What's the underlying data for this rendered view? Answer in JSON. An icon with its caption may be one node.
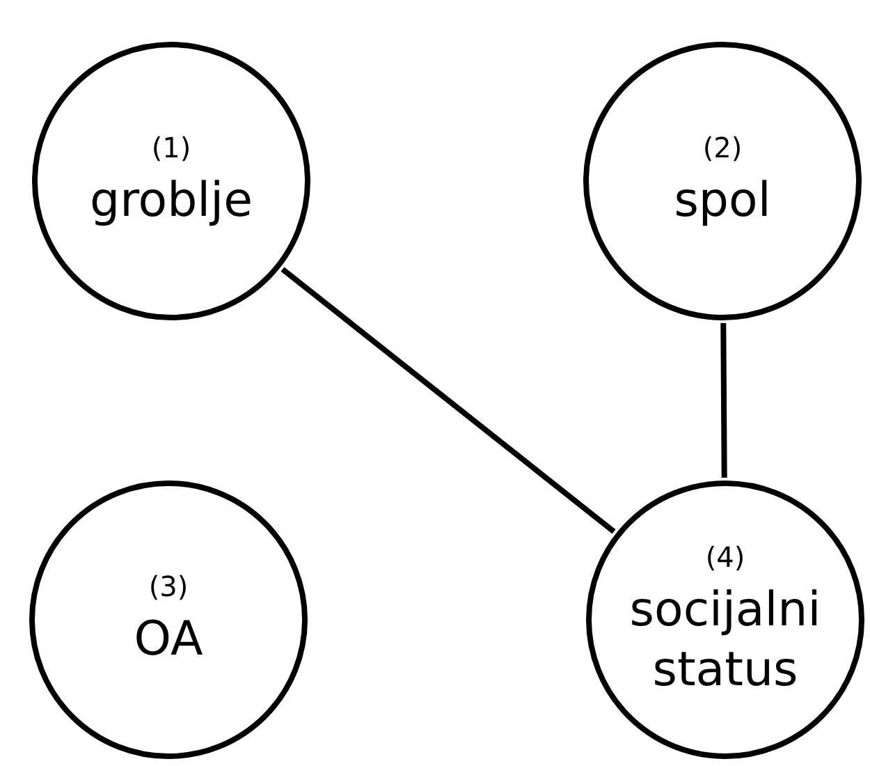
{
  "diagram": {
    "nodes": [
      {
        "text": [
          "(1)",
          "groblje"
        ]
      },
      {
        "text": [
          "(2)",
          "spol"
        ]
      },
      {
        "text": [
          "(3)",
          "OA"
        ]
      },
      {
        "text": [
          "(4)",
          "socijalni status"
        ]
      }
    ],
    "edges": [
      {
        "from": 0,
        "to": 3,
        "arrow": "none"
      },
      {
        "from": 1,
        "to": 3,
        "arrow": "none"
      }
    ]
  }
}
